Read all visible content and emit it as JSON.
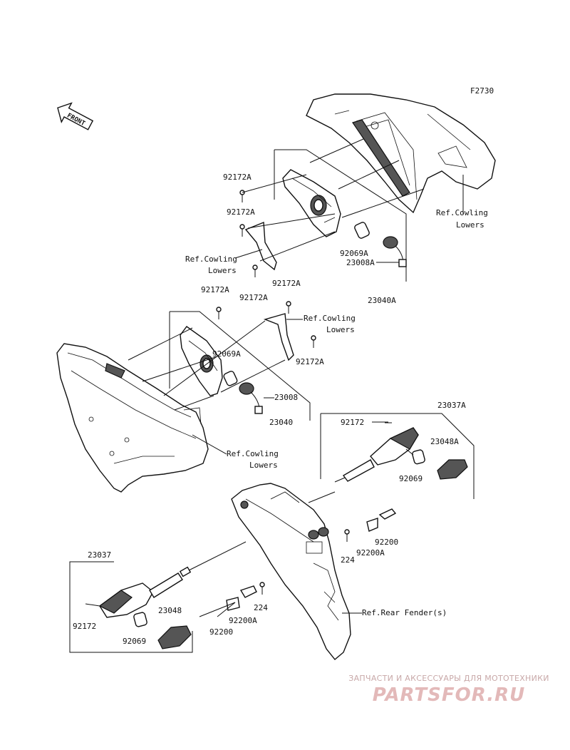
{
  "figure_code": "F2730",
  "front_label": "FRONT",
  "labels": {
    "p92172A_1": "92172A",
    "p92172A_2": "92172A",
    "p92172A_3": "92172A",
    "p92172A_4": "92172A",
    "p92172A_5": "92172A",
    "p92172A_6": "92172A",
    "ref_cowling_1": "Ref.Cowling",
    "ref_lowers_1": "Lowers",
    "ref_cowling_2": "Ref.Cowling",
    "ref_lowers_2": "Lowers",
    "ref_cowling_3": "Ref.Cowling",
    "ref_lowers_3": "Lowers",
    "ref_cowling_4": "Ref.Cowling",
    "ref_lowers_4": "Lowers",
    "p92069A_1": "92069A",
    "p23008A": "23008A",
    "p23040A": "23040A",
    "p92069A_2": "92069A",
    "p23008": "23008",
    "p23040": "23040",
    "p23037A": "23037A",
    "p92172_a": "92172",
    "p23048A": "23048A",
    "p92069_a": "92069",
    "p92200_a": "92200",
    "p224_a": "224",
    "p92200A_a": "92200A",
    "p23037": "23037",
    "p224_b": "224",
    "p92200A_b": "92200A",
    "p92200_b": "92200",
    "p23048": "23048",
    "p92172_b": "92172",
    "p92069_b": "92069",
    "ref_rear_fender": "Ref.Rear Fender(s)"
  },
  "watermark": {
    "subtitle": "ЗАПЧАСТИ И АКСЕССУАРЫ ДЛЯ МОТОТЕХНИКИ",
    "brand": "PARTSFOR.RU"
  }
}
